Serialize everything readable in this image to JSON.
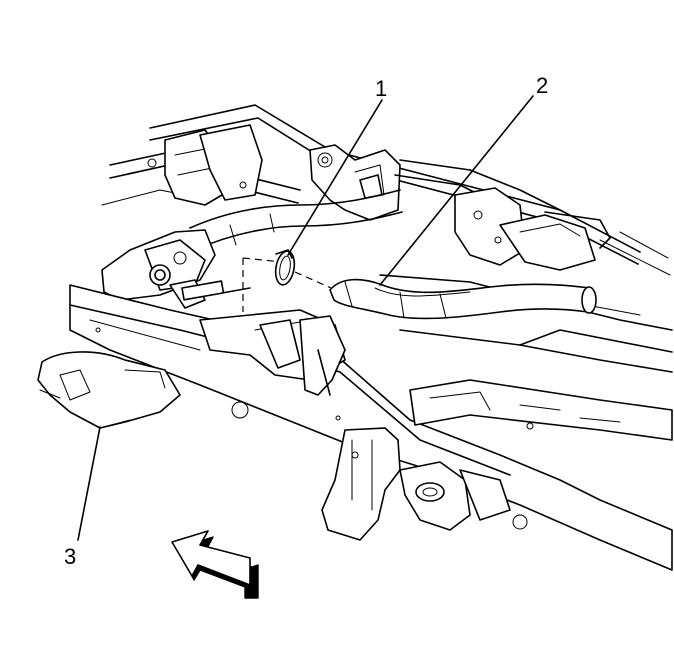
{
  "callouts": [
    {
      "id": "1",
      "label": "1"
    },
    {
      "id": "2",
      "label": "2"
    },
    {
      "id": "3",
      "label": "3"
    }
  ],
  "colors": {
    "ink": "#000000",
    "paper": "#ffffff"
  },
  "icons": {
    "direction_indicator": "front-arrow-icon"
  }
}
